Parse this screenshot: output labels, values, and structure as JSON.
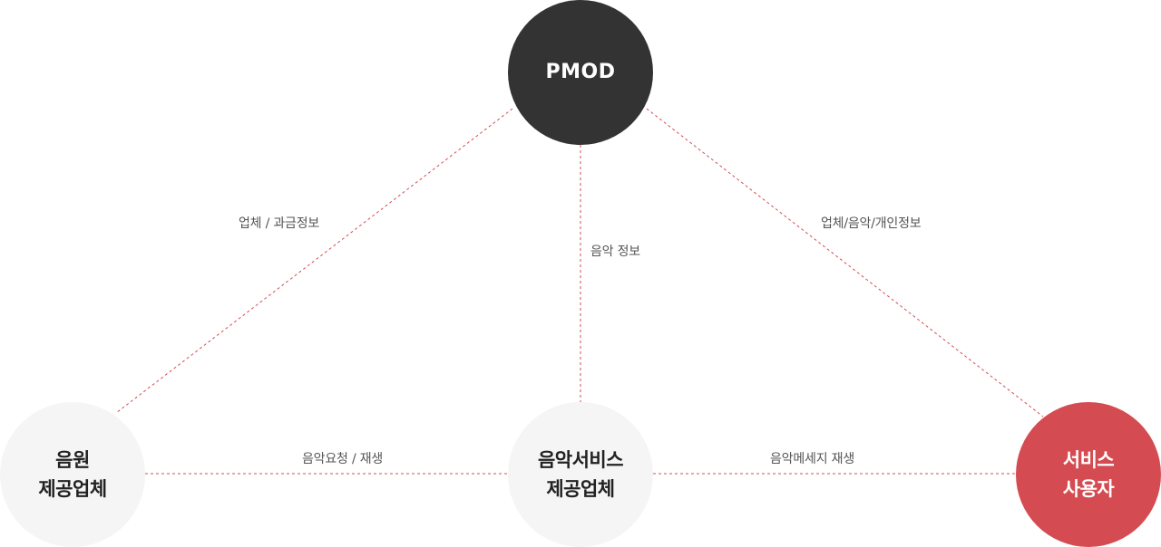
{
  "colors": {
    "edge": "#d44c52",
    "pmod_fill": "#333333",
    "neutral_fill": "#f5f5f5",
    "user_fill": "#d44c52"
  },
  "nodes": {
    "pmod": {
      "label": "PMOD"
    },
    "source": {
      "label": "음원\n제공업체"
    },
    "service": {
      "label": "음악서비스\n제공업체"
    },
    "user": {
      "label": "서비스\n사용자"
    }
  },
  "edges": {
    "pmod_source": {
      "label": "업체 / 과금정보"
    },
    "pmod_service": {
      "label": "음악 정보"
    },
    "pmod_user": {
      "label": "업체/음악/개인정보"
    },
    "source_service": {
      "label": "음악요청 / 재생"
    },
    "service_user": {
      "label": "음악메세지 재생"
    }
  }
}
